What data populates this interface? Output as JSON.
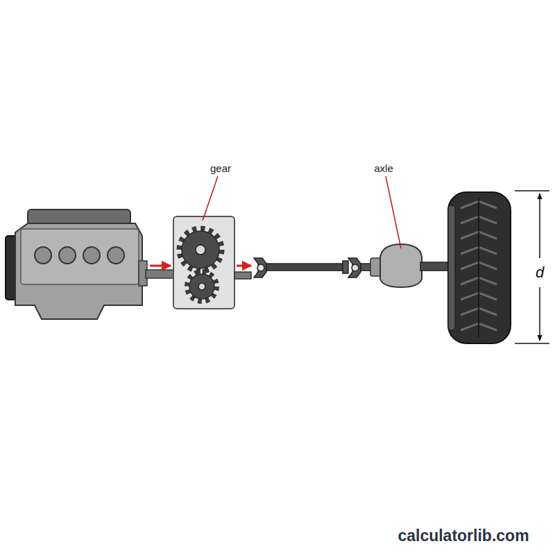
{
  "diagram": {
    "labels": [
      "gear",
      "axle",
      "d",
      "calculatorlib.com"
    ]
  }
}
